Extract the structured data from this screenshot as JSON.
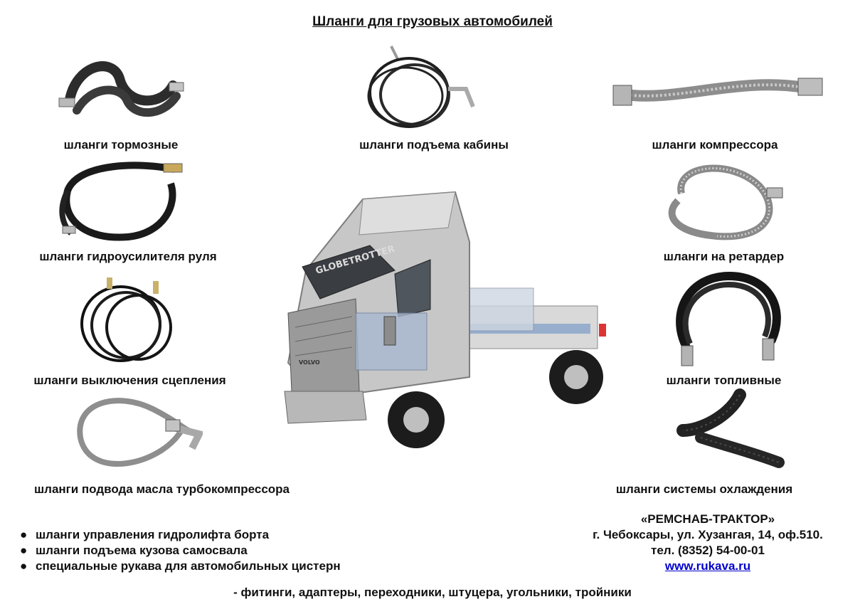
{
  "title": "Шланги для грузовых автомобилей",
  "products": [
    {
      "label": "шланги тормозные"
    },
    {
      "label": "шланги подъема кабины"
    },
    {
      "label": "шланги компрессора"
    },
    {
      "label": "шланги гидроусилителя руля"
    },
    {
      "label": "шланги на ретардер"
    },
    {
      "label": "шланги выключения сцепления"
    },
    {
      "label": "шланги топливные"
    },
    {
      "label": "шланги подвода масла турбокомпрессора"
    },
    {
      "label": "шланги системы охлаждения"
    }
  ],
  "truck": {
    "windshield_text": "GLOBETROTTER",
    "brand_text": "VOLVO"
  },
  "bullets": [
    "шланги управления гидролифта борта",
    "шланги подъема кузова самосвала",
    "специальные рукава для автомобильных цистерн"
  ],
  "bullet_symbol": "●",
  "contact": {
    "company": "«РЕМСНАБ-ТРАКТОР»",
    "address": "г. Чебоксары, ул. Хузангая, 14, оф.510.",
    "phone": "тел. (8352) 54-00-01",
    "website": "www.rukava.ru"
  },
  "footer": "-  фитинги, адаптеры, переходники, штуцера, угольники, тройники"
}
